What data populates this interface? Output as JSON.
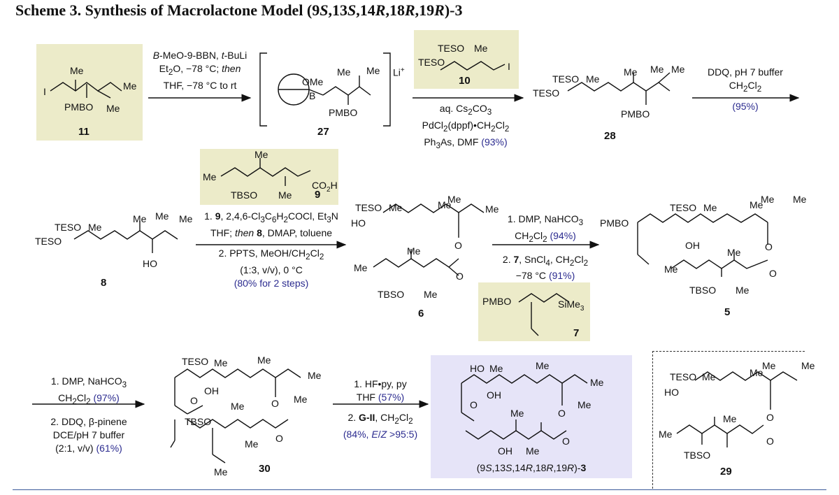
{
  "title": {
    "lead": "Scheme 3. Synthesis of Macrolactone Model (",
    "s9": "9",
    "s9c": "S",
    "s13": ",13",
    "s13c": "S",
    "s14": ",14",
    "s14c": "R",
    "s18": ",18",
    "s18c": "R",
    "s19": ",19",
    "s19c": "R",
    "tail": ")-3"
  },
  "compounds": {
    "c11": "11",
    "c27": "27",
    "c10": "10",
    "c28": "28",
    "c9": "9",
    "c8": "8",
    "c6": "6",
    "c7": "7",
    "c5": "5",
    "c30": "30",
    "c29": "29",
    "c3_prefix": "(9",
    "c3_s1": "S",
    "c3_mid1": ",13",
    "c3_s2": "S",
    "c3_mid2": ",14",
    "c3_r1": "R",
    "c3_mid3": ",18",
    "c3_r2": "R",
    "c3_mid4": ",19",
    "c3_r3": "R",
    "c3_suffix": ")-",
    "c3_num": "3"
  },
  "atoms": {
    "me": "Me",
    "i": "I",
    "pmbo": "PMBO",
    "tes": "TESO",
    "ome": "OMe",
    "b": "B",
    "li": "Li",
    "plus": "+",
    "co2h": "CO",
    "co2h_sub": "2",
    "co2h_h": "H",
    "tbso": "TBSO",
    "ho": "HO",
    "o": "O",
    "oh": "OH",
    "sime3": "SiMe",
    "sime3_sub": "3"
  },
  "steps": {
    "s1": {
      "l1a": "B",
      "l1b": "-MeO-9-BBN, ",
      "l1c": "t",
      "l1d": "-BuLi",
      "l2a": "Et",
      "l2b": "2",
      "l2c": "O, −78 °C; ",
      "l2d": "then",
      "l3": "THF, −78 °C to rt"
    },
    "s2": {
      "l1a": "aq. Cs",
      "l1b": "2",
      "l1c": "CO",
      "l1d": "3",
      "l2a": "PdCl",
      "l2b": "2",
      "l2c": "(dppf)•CH",
      "l2d": "2",
      "l2e": "Cl",
      "l2f": "2",
      "l3a": "Ph",
      "l3b": "3",
      "l3c": "As, DMF ",
      "l3d": "(93%)"
    },
    "s3": {
      "l1": "DDQ, pH 7 buffer",
      "l2a": "CH",
      "l2b": "2",
      "l2c": "Cl",
      "l2d": "2",
      "l3": "(95%)"
    },
    "s4": {
      "l1a": "1. ",
      "l1b": "9",
      "l1c": ", 2,4,6-Cl",
      "l1d": "3",
      "l1e": "C",
      "l1f": "6",
      "l1g": "H",
      "l1h": "2",
      "l1i": "COCl, Et",
      "l1j": "3",
      "l1k": "N",
      "l2a": "THF; ",
      "l2b": "then",
      "l2c": " ",
      "l2d": "8",
      "l2e": ", DMAP, toluene",
      "l3a": "2. PPTS, MeOH/CH",
      "l3b": "2",
      "l3c": "Cl",
      "l3d": "2",
      "l4": "(1:3, v/v), 0 °C",
      "l5": "(80% for 2 steps)"
    },
    "s5": {
      "l1": "1. DMP, NaHCO",
      "l1s": "3",
      "l2a": "CH",
      "l2b": "2",
      "l2c": "Cl",
      "l2d": "2",
      "l2e": " ",
      "l2f": "(94%)",
      "l3a": "2. ",
      "l3b": "7",
      "l3c": ", SnCl",
      "l3d": "4",
      "l3e": ", CH",
      "l3f": "2",
      "l3g": "Cl",
      "l3h": "2",
      "l4a": "−78 °C ",
      "l4b": "(91%)"
    },
    "s6": {
      "l1": "1. DMP, NaHCO",
      "l1s": "3",
      "l2a": "CH",
      "l2b": "2",
      "l2c": "Cl",
      "l2d": "2",
      "l2e": " ",
      "l2f": "(97%)",
      "l3": "2. DDQ, β-pinene",
      "l4": "DCE/pH 7 buffer",
      "l5a": "(2:1, v/v) ",
      "l5b": "(61%)"
    },
    "s7": {
      "l1": "1. HF•py, py",
      "l2a": "THF ",
      "l2b": "(57%)",
      "l3a": "2. ",
      "l3b": "G-II",
      "l3c": ", CH",
      "l3d": "2",
      "l3e": "Cl",
      "l3f": "2",
      "l4a": "(84%, ",
      "l4b": "E",
      "l4c": "/",
      "l4d": "Z",
      "l4e": " >95:5)"
    }
  },
  "colors": {
    "highlight": "#ecebc9",
    "target_box": "#e6e4f8",
    "yield_text": "#2b2b8f",
    "rule": "#3a5a9a"
  }
}
